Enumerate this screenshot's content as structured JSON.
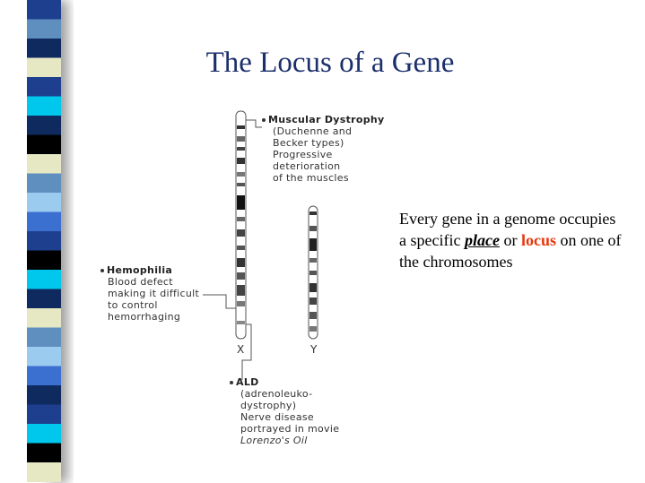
{
  "slide": {
    "title": "The Locus of a Gene",
    "description": {
      "part1": "Every gene in a genome occupies a specific ",
      "place": "place",
      "part2": " or ",
      "locus": "locus",
      "part3": " on one of the chromosomes"
    }
  },
  "figure": {
    "x_label": "X",
    "y_label": "Y",
    "muscular": {
      "heading": "Muscular Dystrophy",
      "lines": [
        "(Duchenne and",
        "Becker types)",
        "Progressive",
        "deterioration",
        "of the muscles"
      ]
    },
    "hemophilia": {
      "heading": "Hemophilia",
      "lines": [
        "Blood defect",
        "making it difficult",
        "to control",
        "hemorrhaging"
      ]
    },
    "ald": {
      "heading": "ALD",
      "lines": [
        "(adrenoleuko-",
        "dystrophy)",
        "Nerve disease",
        "portrayed in movie"
      ],
      "italic_line": "Lorenzo's Oil"
    }
  },
  "colors": {
    "title": "#1b2f6b",
    "accent": "#e8380d",
    "stripe": [
      "#1e3f8e",
      "#0f2a5e",
      "#5f8fbf",
      "#e6e8c4",
      "#00c8ec",
      "#9ccbf0",
      "#000000",
      "#3b6fd0",
      "#1b3f8c"
    ]
  }
}
